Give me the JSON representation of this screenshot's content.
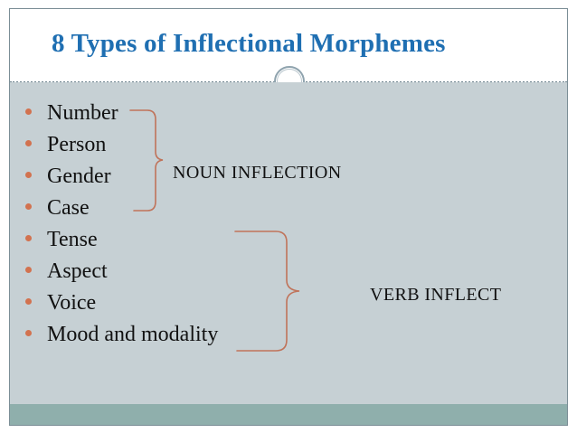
{
  "slide": {
    "title": "8 Types of Inflectional Morphemes",
    "title_color": "#1f6fb2",
    "body_background": "#c6d0d4",
    "bottom_bar_color": "#8fafac",
    "frame_color": "#7b8e96",
    "bullet_color": "#d2724f",
    "brace_color": "#c0735a",
    "bullets": [
      {
        "label": "Number"
      },
      {
        "label": "Person"
      },
      {
        "label": "Gender"
      },
      {
        "label": "Case"
      },
      {
        "label": "Tense"
      },
      {
        "label": "Aspect"
      },
      {
        "label": "Voice"
      },
      {
        "label": "Mood and modality"
      }
    ],
    "groups": [
      {
        "label": "NOUN INFLECTION",
        "covers": [
          "Number",
          "Person",
          "Gender",
          "Case"
        ]
      },
      {
        "label": "VERB INFLECT",
        "covers": [
          "Tense",
          "Aspect",
          "Voice",
          "Mood and modality"
        ]
      }
    ]
  }
}
